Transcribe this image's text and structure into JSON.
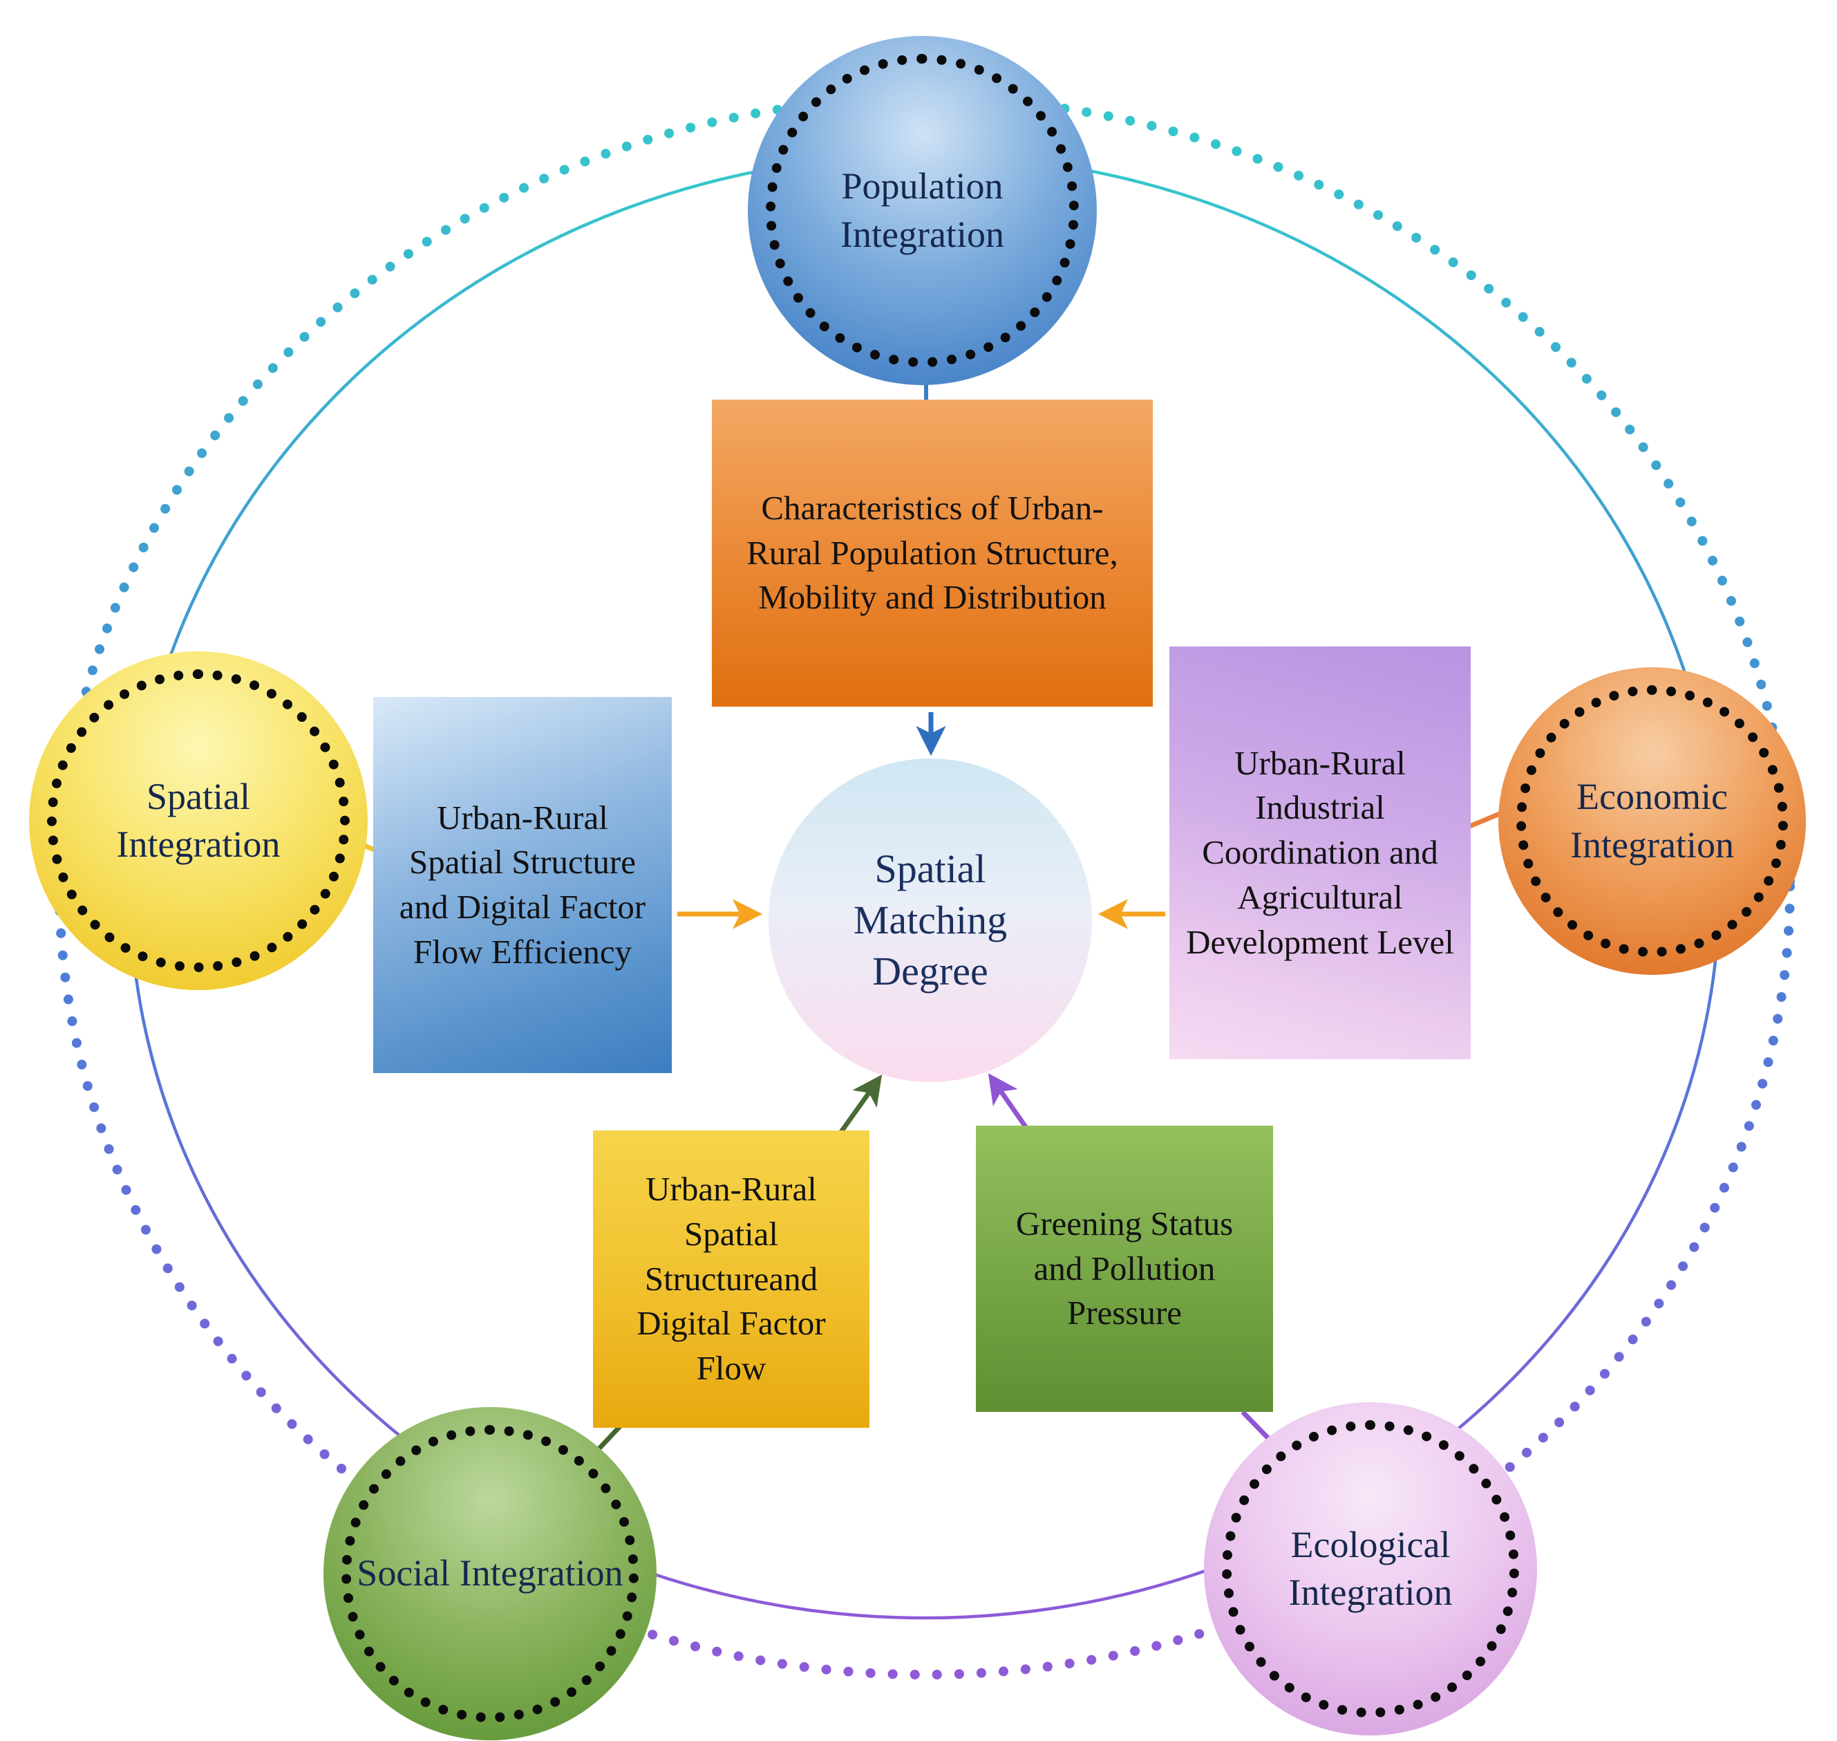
{
  "diagram": {
    "center": {
      "label": "Spatial Matching Degree"
    },
    "nodes": [
      {
        "id": "population",
        "label": "Population Integration"
      },
      {
        "id": "spatial",
        "label": "Spatial Integration"
      },
      {
        "id": "economic",
        "label": "Economic Integration"
      },
      {
        "id": "social",
        "label": "Social Integration"
      },
      {
        "id": "ecological",
        "label": "Ecological Integration"
      }
    ],
    "boxes": [
      {
        "id": "population",
        "label": "Characteristics of Urban-Rural Population Structure, Mobility and Distribution"
      },
      {
        "id": "spatial",
        "label": "Urban-Rural Spatial Structure and Digital Factor Flow Efficiency"
      },
      {
        "id": "economic",
        "label": "Urban-Rural Industrial Coordination and Agricultural Development Level"
      },
      {
        "id": "social",
        "label": "Urban-Rural Spatial Structureand Digital Factor Flow"
      },
      {
        "id": "ecological",
        "label": "Greening Status and Pollution Pressure"
      }
    ],
    "colors": {
      "ring_teal": "#35c8cc",
      "ring_blue": "#4a80d8",
      "ring_purple": "#8e5ad8",
      "arrow_blue": "#2e6fc0",
      "arrow_orange": "#f5a320",
      "arrow_dark_green": "#4a6b35",
      "arrow_purple": "#9055d5",
      "node_blue": "#4c87ca",
      "node_yellow": "#f0ca2e",
      "node_orange": "#e0762a",
      "node_green": "#649939",
      "node_pink": "#d9a6e2"
    }
  }
}
